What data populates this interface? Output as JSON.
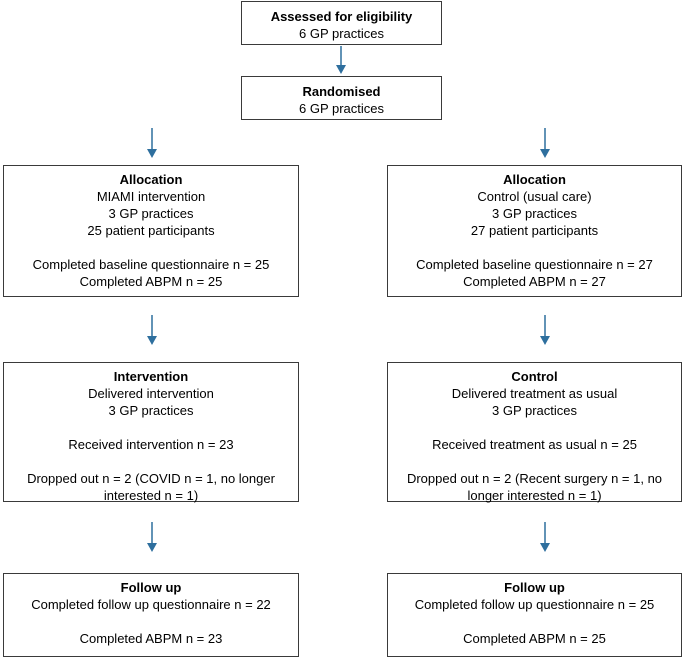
{
  "assessed": {
    "title": "Assessed for eligibility",
    "line1": "6 GP practices"
  },
  "randomised": {
    "title": "Randomised",
    "line1": "6 GP practices"
  },
  "left": {
    "allocation": {
      "title": "Allocation",
      "line1": "MIAMI intervention",
      "line2": "3 GP practices",
      "line3": "25 patient participants",
      "line4": "Completed baseline questionnaire n = 25",
      "line5": "Completed ABPM n = 25"
    },
    "stage": {
      "title": "Intervention",
      "line1": "Delivered intervention",
      "line2": "3 GP practices",
      "line3": "Received intervention n = 23",
      "line4": "Dropped out n = 2 (COVID n = 1, no longer",
      "line5": "interested n = 1)"
    },
    "followup": {
      "title": "Follow up",
      "line1": "Completed follow up questionnaire n = 22",
      "line2": "Completed ABPM n = 23"
    }
  },
  "right": {
    "allocation": {
      "title": "Allocation",
      "line1": "Control (usual care)",
      "line2": "3 GP practices",
      "line3": "27 patient participants",
      "line4": "Completed baseline questionnaire n = 27",
      "line5": "Completed ABPM n = 27"
    },
    "stage": {
      "title": "Control",
      "line1": "Delivered treatment as usual",
      "line2": "3 GP practices",
      "line3": "Received treatment as usual n = 25",
      "line4": "Dropped out n = 2 (Recent surgery n = 1, no",
      "line5": "longer interested n = 1)"
    },
    "followup": {
      "title": "Follow up",
      "line1": "Completed follow up questionnaire n = 25",
      "line2": "Completed ABPM n = 25"
    }
  },
  "colors": {
    "arrow": "#2e6f9e",
    "border": "#3a3a3a"
  }
}
